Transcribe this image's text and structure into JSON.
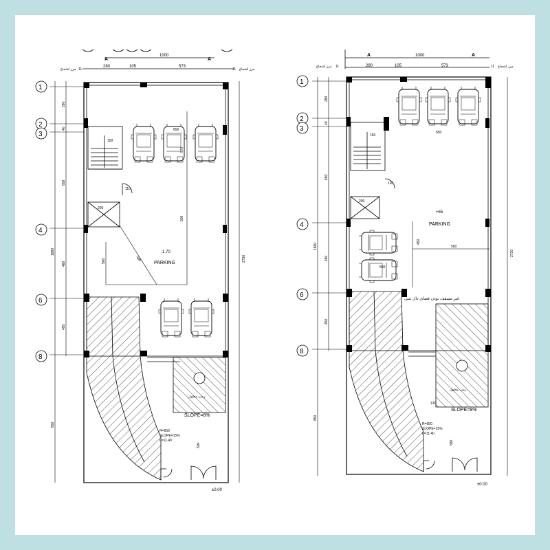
{
  "colors": {
    "frame": "#bfe0e3",
    "paper": "#ffffff",
    "ink": "#000000"
  },
  "plans": [
    {
      "id": "plan-left",
      "overall_width": "1000",
      "top_dims": [
        "280",
        "105",
        "573"
      ],
      "section_mark": "A",
      "boundary_label": "مرز اشجاع",
      "boundary_num": "11",
      "row_dims": [
        "280",
        "40",
        "650",
        "480",
        "450",
        "850"
      ],
      "total_dim": "1880",
      "overall_height": "2730",
      "parking_label": "PARKING",
      "level": "-1.70",
      "inner_dims": {
        "d650": "650",
        "d570": "570",
        "d500": "500",
        "d150": "150",
        "d110": "110",
        "d200": "200",
        "d480": "480"
      },
      "ramp": {
        "radius": "R=650",
        "slope": "SLOPE=15%",
        "length": "L=11.40",
        "slope_big": "SLOPE=8%",
        "handicap_text": "رمپ معلول",
        "dim_500": "500"
      },
      "entrance_level": "±0.00",
      "grid": [
        "1",
        "2",
        "3",
        "4",
        "6",
        "8"
      ]
    },
    {
      "id": "plan-right",
      "overall_width": "1000",
      "top_dims": [
        "280",
        "105",
        "573"
      ],
      "section_mark": "A",
      "boundary_label": "مرز اشجاع",
      "boundary_num": "11",
      "row_dims": [
        "280",
        "40",
        "650",
        "480",
        "450",
        "850"
      ],
      "total_dim": "1880",
      "overall_height": "2730",
      "parking_label": "PARKING",
      "level": "+65",
      "inner_dims": {
        "d450": "450",
        "d500": "500",
        "d500b": "500",
        "d150": "150",
        "d110": "110",
        "d200": "200",
        "d650": "650",
        "d130": "130"
      },
      "ramp": {
        "radius": "R=650",
        "slope": "SLOPE=15%",
        "length": "L=11.40",
        "slope_big": "SLOPE=8%",
        "handicap_text": "رمپ معلول",
        "annot": "غیر مسقف بودن فضای دال بتنی",
        "dim_580": "580"
      },
      "entrance_level": "±0.00",
      "grid": [
        "1",
        "2",
        "3",
        "4",
        "6",
        "8"
      ]
    }
  ]
}
